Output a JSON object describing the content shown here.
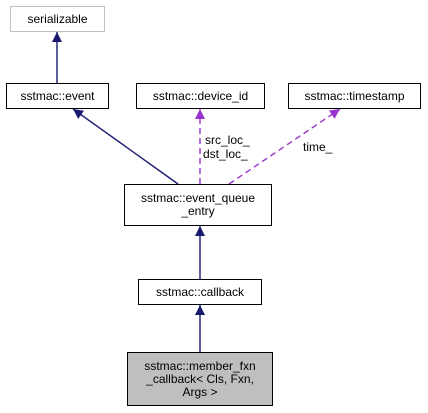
{
  "colors": {
    "inheritance_edge": "#191970",
    "usage_edge": "#9a32cd",
    "focus_fill": "#bfbfbf",
    "muted_border": "#bfbfbf"
  },
  "nodes": {
    "serializable": {
      "label": "serializable"
    },
    "event": {
      "label": "sstmac::event"
    },
    "device_id": {
      "label": "sstmac::device_id"
    },
    "timestamp": {
      "label": "sstmac::timestamp"
    },
    "event_queue_entry": {
      "line1": "sstmac::event_queue",
      "line2": "_entry"
    },
    "callback": {
      "label": "sstmac::callback"
    },
    "member_fxn_callback": {
      "line1": "sstmac::member_fxn",
      "line2": "_callback< Cls, Fxn,",
      "line3": "Args >"
    }
  },
  "edges": {
    "device_id_label1": "src_loc_",
    "device_id_label2": "dst_loc_",
    "timestamp_label": "time_"
  }
}
